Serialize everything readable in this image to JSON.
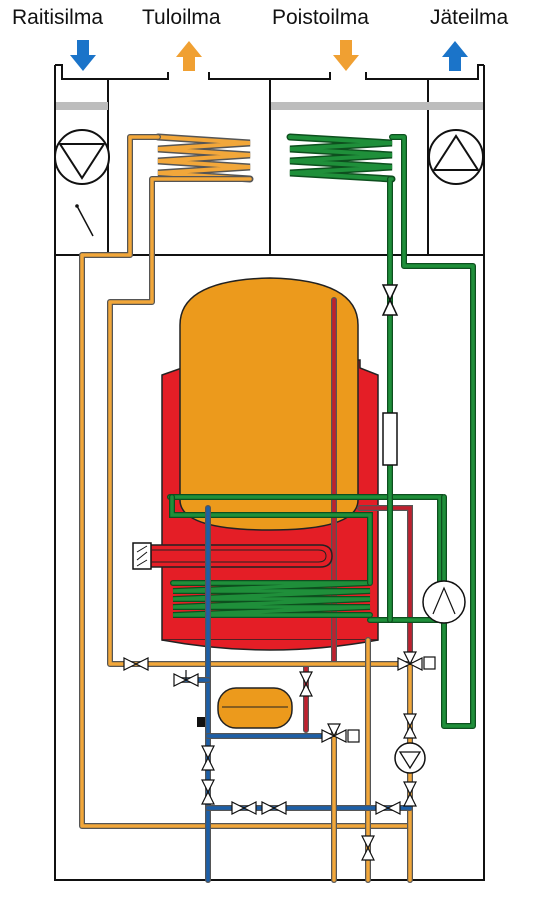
{
  "airflows": [
    {
      "label": "Raitisilma"
    },
    {
      "label": "Tuloilma"
    },
    {
      "label": "Poistoilma"
    },
    {
      "label": "Jäteilma"
    }
  ],
  "colors": {
    "fresh_air": "#1b74c9",
    "warm_air": "#f0a032",
    "tank_inner": "#ec9a1c",
    "tank_outer": "#e41e26",
    "supply_pipe": "#f2a73a",
    "refrigerant_pipe": "#1f8f3a",
    "cold_water": "#1c5fa8",
    "hot_water": "#c0202e"
  }
}
